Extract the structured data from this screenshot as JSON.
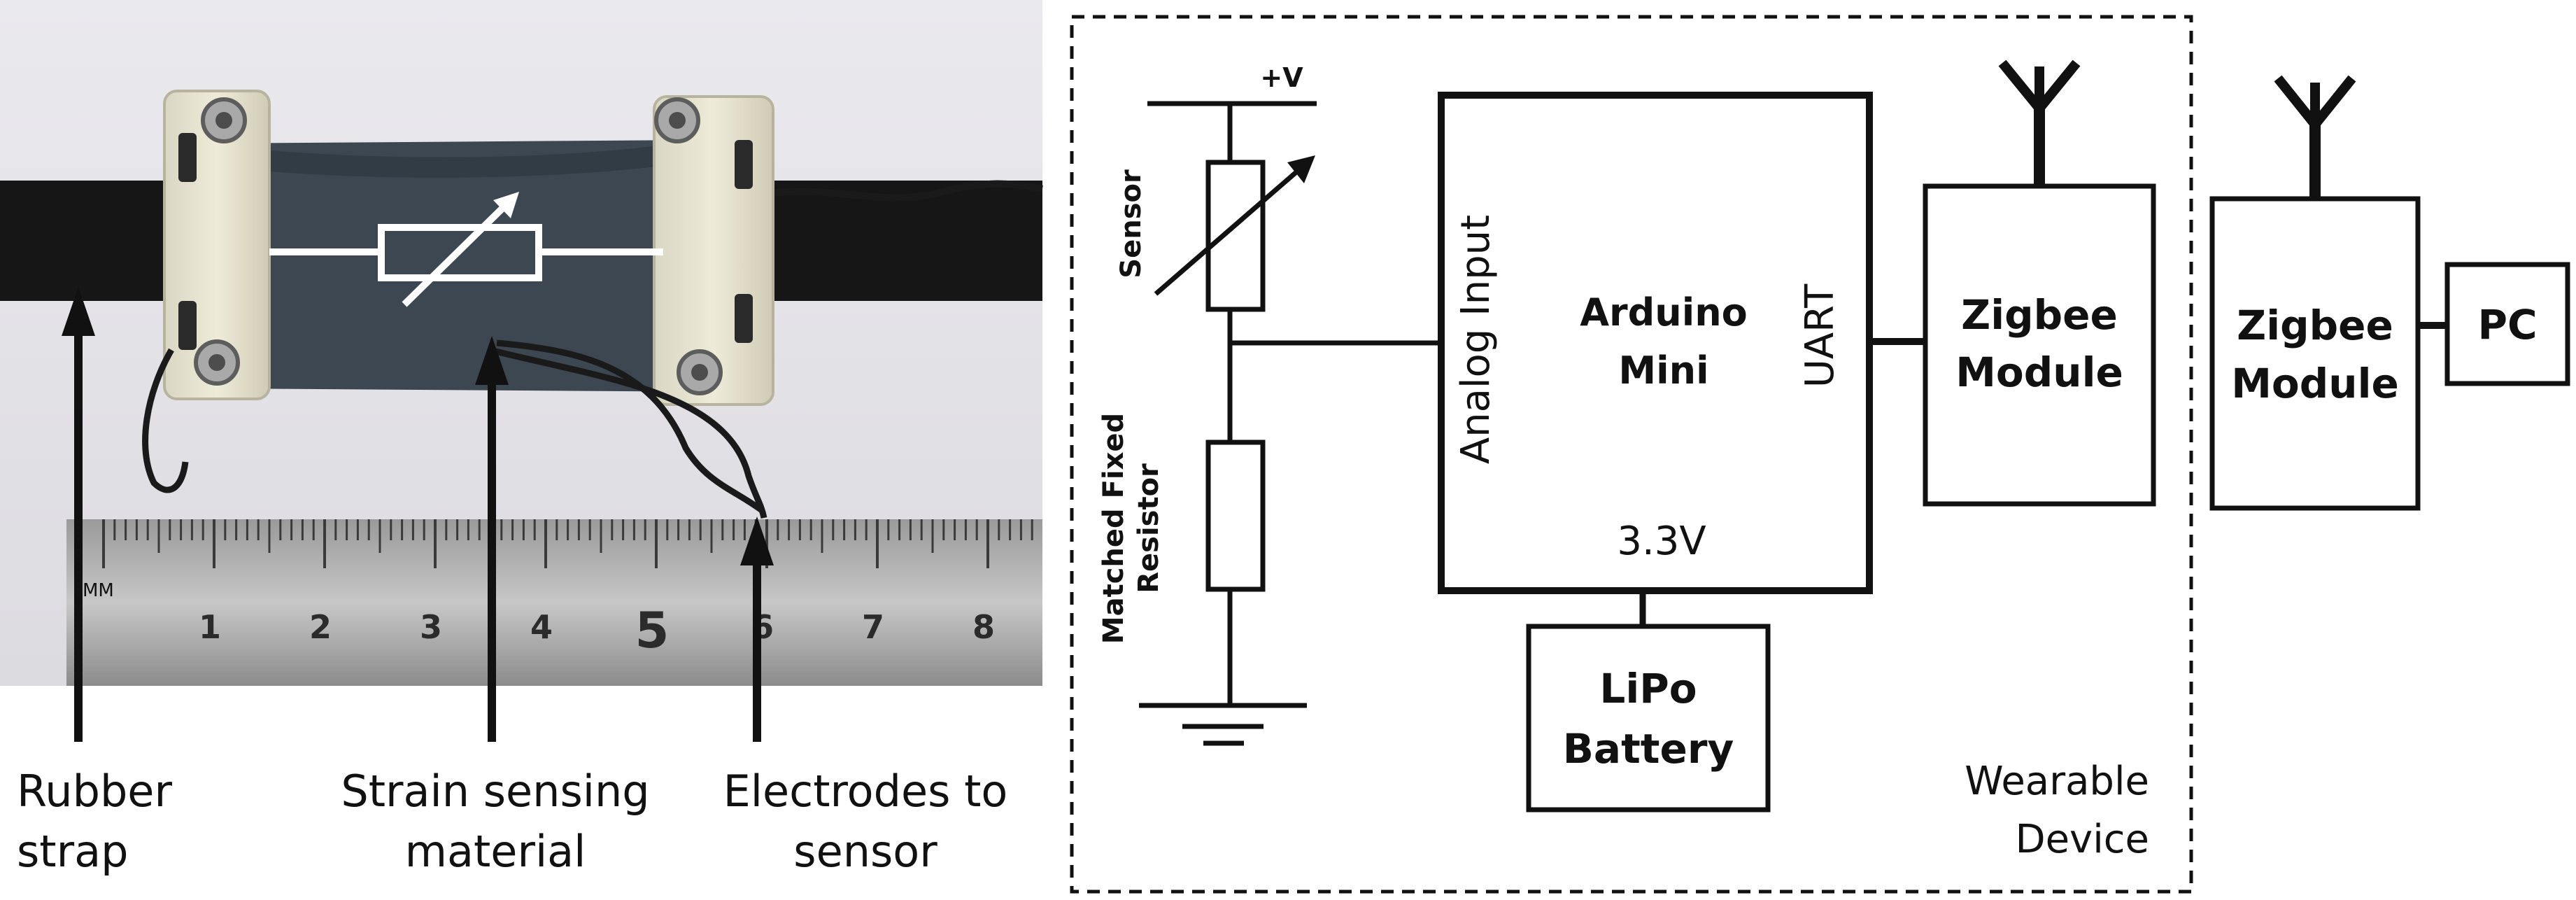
{
  "photo": {
    "labels": {
      "rubber_strap": [
        "Rubber",
        "strap"
      ],
      "strain_material": [
        "Strain sensing",
        "material"
      ],
      "electrodes": [
        "Electrodes to",
        "sensor"
      ]
    },
    "ruler": {
      "unit_mark": "MM",
      "numbers": [
        "1",
        "2",
        "3",
        "4",
        "5",
        "6",
        "7",
        "8"
      ]
    }
  },
  "circuit": {
    "supply_label": "+V",
    "sensor_label": "Sensor",
    "fixed_resistor_label": [
      "Matched Fixed",
      "Resistor"
    ],
    "arduino": {
      "title": [
        "Arduino",
        "Mini"
      ],
      "analog_input": "Analog Input",
      "uart": "UART",
      "voltage": "3.3V"
    },
    "zigbee_wearable": [
      "Zigbee",
      "Module"
    ],
    "battery": [
      "LiPo",
      "Battery"
    ],
    "wearable_label": [
      "Wearable",
      "Device"
    ],
    "zigbee_pc": [
      "Zigbee",
      "Module"
    ],
    "pc": "PC"
  }
}
